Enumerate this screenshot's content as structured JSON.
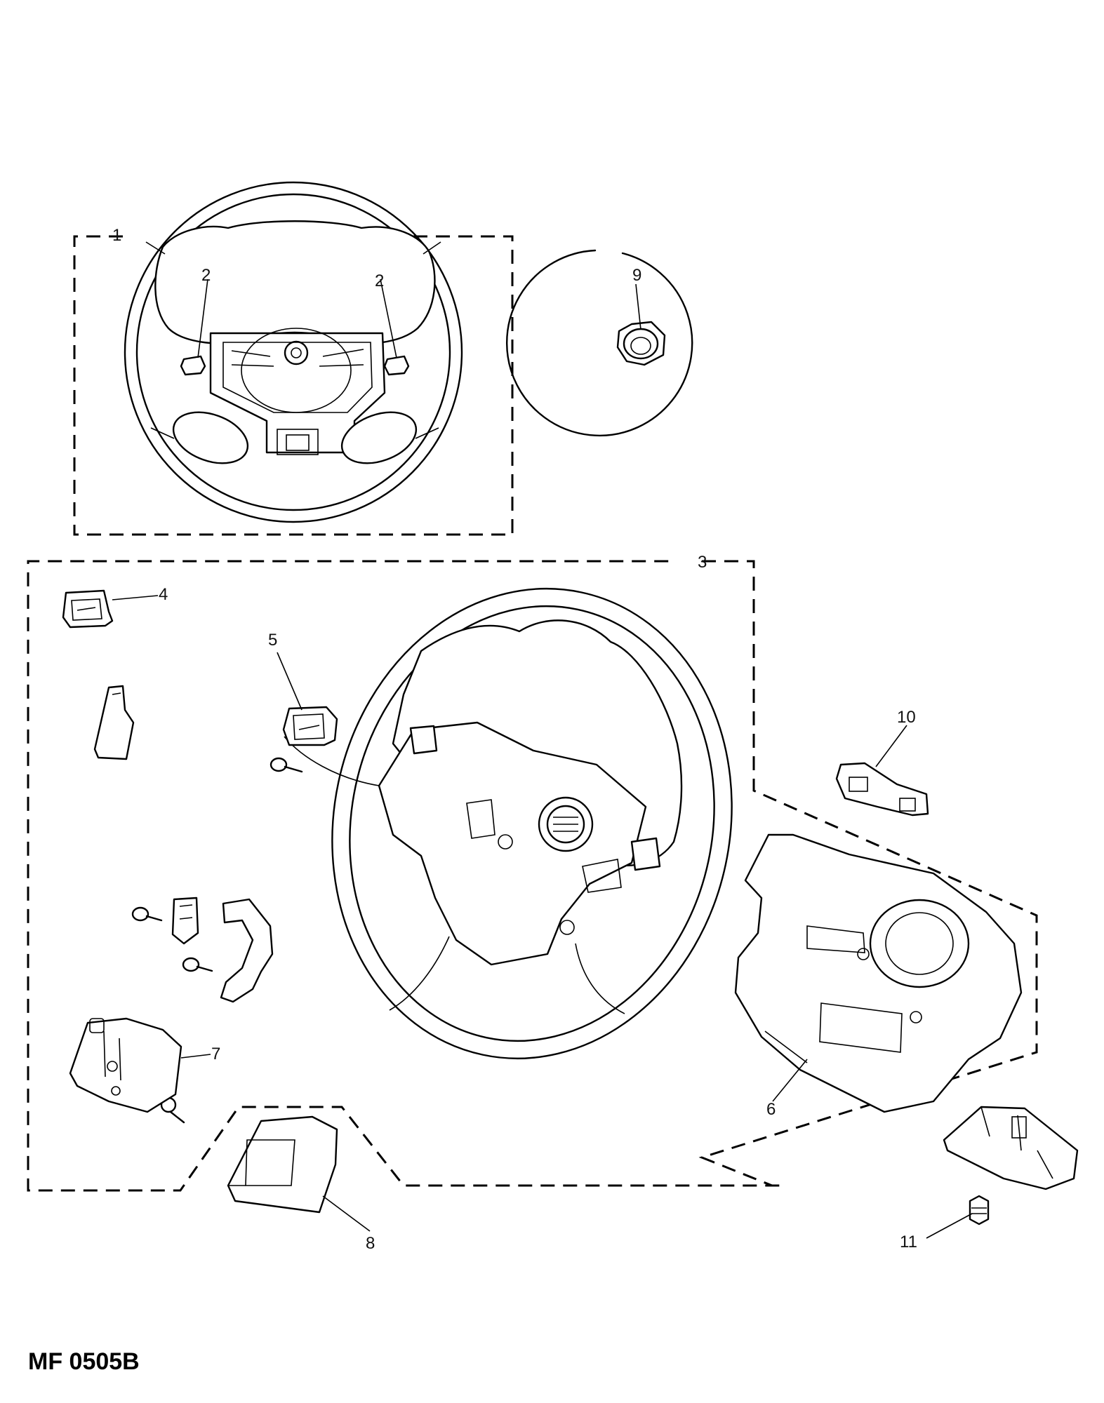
{
  "callouts": [
    {
      "id": "1",
      "label": "1"
    },
    {
      "id": "2a",
      "label": "2"
    },
    {
      "id": "2b",
      "label": "2"
    },
    {
      "id": "3",
      "label": "3"
    },
    {
      "id": "4",
      "label": "4"
    },
    {
      "id": "5",
      "label": "5"
    },
    {
      "id": "6",
      "label": "6"
    },
    {
      "id": "7",
      "label": "7"
    },
    {
      "id": "8",
      "label": "8"
    },
    {
      "id": "9",
      "label": "9"
    },
    {
      "id": "10",
      "label": "10"
    },
    {
      "id": "11",
      "label": "11"
    }
  ],
  "reference_code": "MF 0505B"
}
